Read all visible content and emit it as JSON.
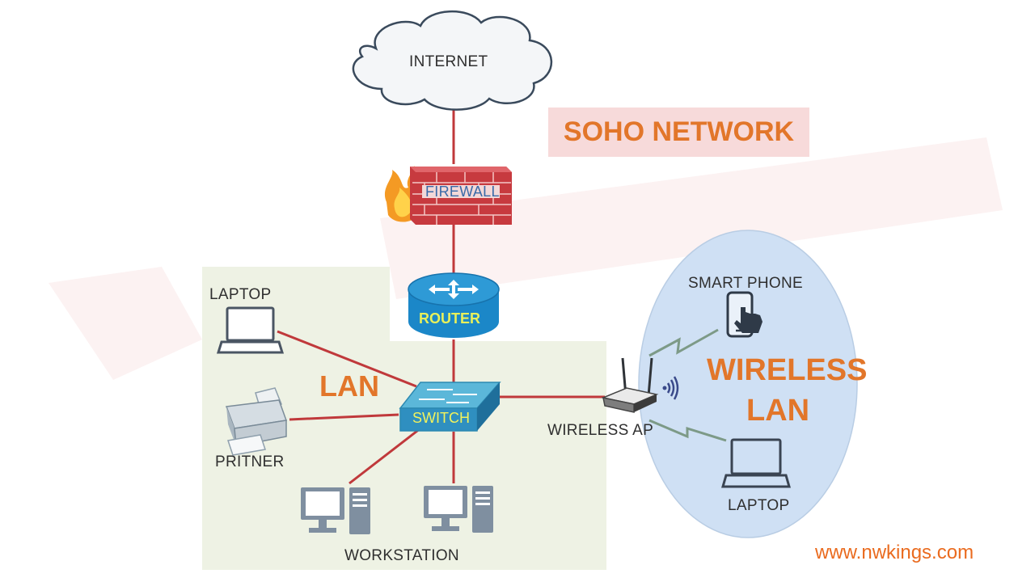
{
  "title": "SOHO NETWORK",
  "nodes": {
    "internet": "INTERNET",
    "firewall": "FIREWALL",
    "router": "ROUTER",
    "switch": "SWITCH",
    "laptop_lan": "LAPTOP",
    "printer": "PRITNER",
    "workstation": "WORKSTATION",
    "wireless_ap": "WIRELESS AP",
    "smart_phone": "SMART PHONE",
    "laptop_wireless": "LAPTOP"
  },
  "zones": {
    "lan": "LAN",
    "wireless_line1": "WIRELESS",
    "wireless_line2": "LAN"
  },
  "website": "www.nwkings.com",
  "colors": {
    "accent_orange": "#e2762a",
    "link_red": "#c0393b",
    "wireless_link_green": "#7d9a87",
    "lan_zone_bg": "#eef2e4",
    "wireless_zone_bg": "#cfe0f4",
    "title_bg": "#f7dada"
  }
}
